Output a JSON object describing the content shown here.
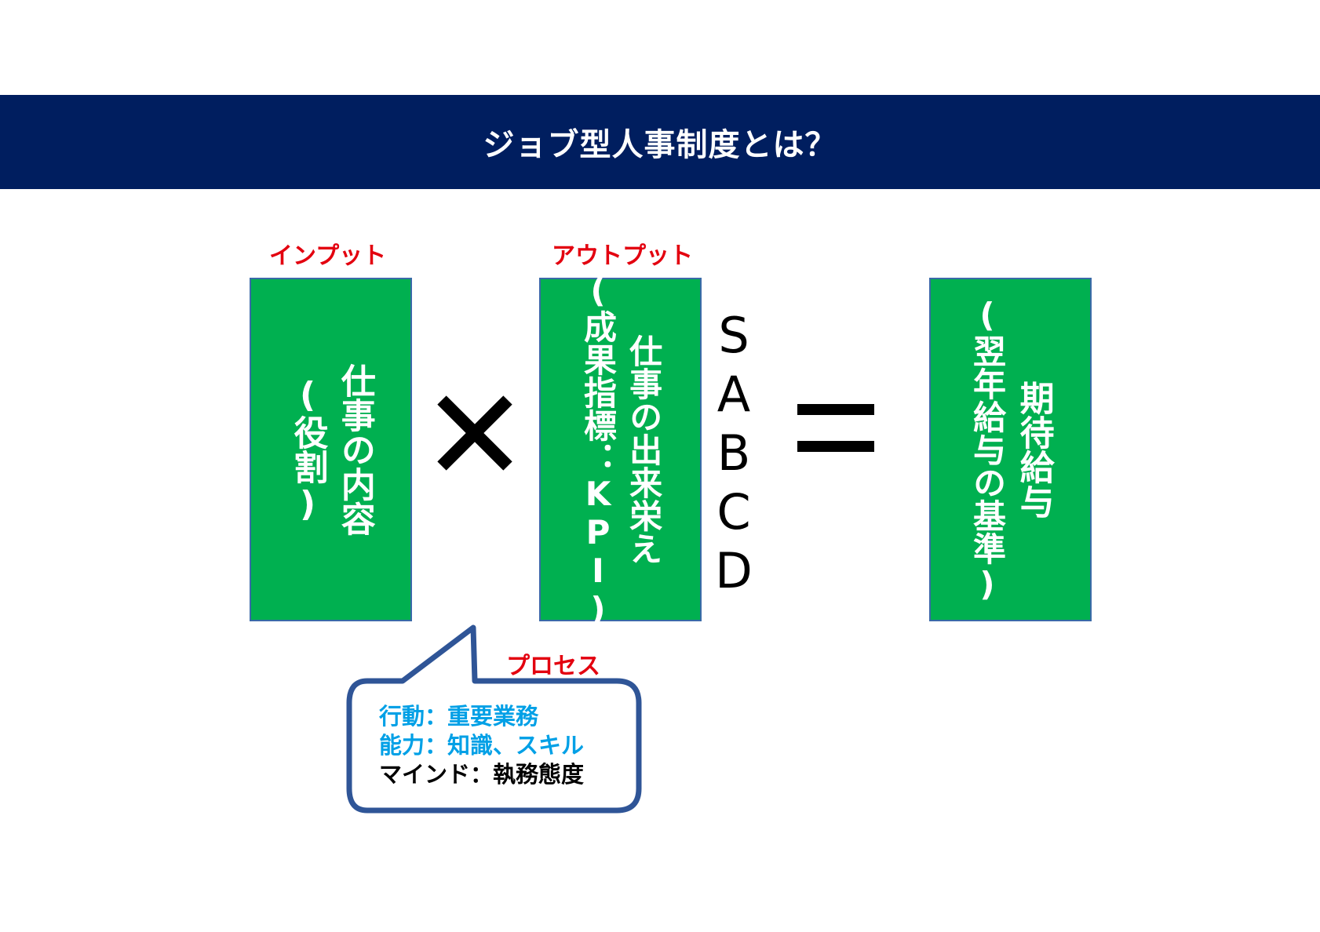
{
  "header": {
    "title": "ジョブ型人事制度とは？"
  },
  "labels": {
    "input": "インプット",
    "output": "アウトプット",
    "process": "プロセス"
  },
  "boxes": {
    "input": {
      "line1": "仕事の内容",
      "line2": "(役割)"
    },
    "output": {
      "line1": "仕事の出来栄え",
      "line2": "(成果指標：KPI)"
    },
    "result": {
      "line1": "期待給与",
      "line2": "(翌年給与の基準)"
    }
  },
  "operators": {
    "multiply": "×",
    "equals": "="
  },
  "grades": [
    "S",
    "A",
    "B",
    "C",
    "D"
  ],
  "callout": {
    "lines": [
      "行動：重要業務",
      "能力：知識、スキル",
      "マインド：執務態度"
    ]
  },
  "colors": {
    "banner": "#001e5f",
    "box_fill": "#00b050",
    "label_red": "#e3000f",
    "callout_border": "#2f5597",
    "callout_blue_text": "#00a0e6"
  }
}
